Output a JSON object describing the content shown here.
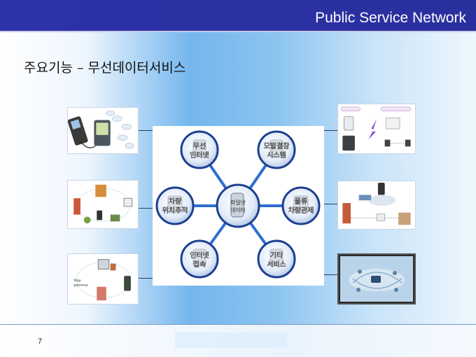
{
  "header": {
    "title": "Public Service Network"
  },
  "slide": {
    "title": "주요기능 – 무선데이터서비스",
    "page_number": "7"
  },
  "hub": {
    "center_line1": "파일넷",
    "center_line2": "데이터",
    "nodes": [
      {
        "line1": "무선",
        "line2": "인터넷"
      },
      {
        "line1": "모발결참",
        "line2": "시스템"
      },
      {
        "line1": "차량",
        "line2": "위치추적"
      },
      {
        "line1": "물류",
        "line2": "차량관제"
      },
      {
        "line1": "인터넷",
        "line2": "접속"
      },
      {
        "line1": "기타",
        "line2": "서비스"
      }
    ]
  },
  "thumbnails": {
    "left_bottom_label_1": "Wap",
    "left_bottom_label_2": "gateway"
  },
  "colors": {
    "header_bg": "#2d33a8",
    "node_ring": "#1d3f8f",
    "spoke": "#2e6ed1"
  }
}
